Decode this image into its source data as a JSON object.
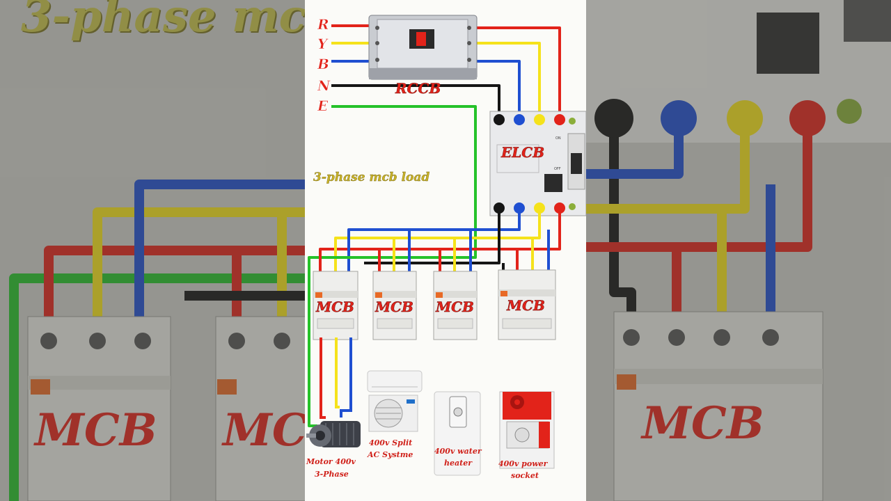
{
  "background_title": "3-phase mc",
  "background_mcb_label": "MCB",
  "phases": [
    "R",
    "Y",
    "B",
    "N",
    "E"
  ],
  "rccb_label": "RCCB",
  "elcb_label": "ELCB",
  "elcb_on": "ON",
  "elcb_off": "OFF",
  "diagram_title": "3-phase mcb load",
  "mcb_label": "MCB",
  "loads": {
    "motor": [
      "Motor 400v",
      "3-Phase"
    ],
    "ac": [
      "400v Split",
      "AC Systme"
    ],
    "heater": [
      "400v water",
      "heater"
    ],
    "socket": [
      "400v power",
      "socket"
    ]
  },
  "colors": {
    "red": "#e2231a",
    "yellow": "#f5e21b",
    "blue": "#1f4fd1",
    "black": "#151515",
    "green": "#25c22a"
  }
}
